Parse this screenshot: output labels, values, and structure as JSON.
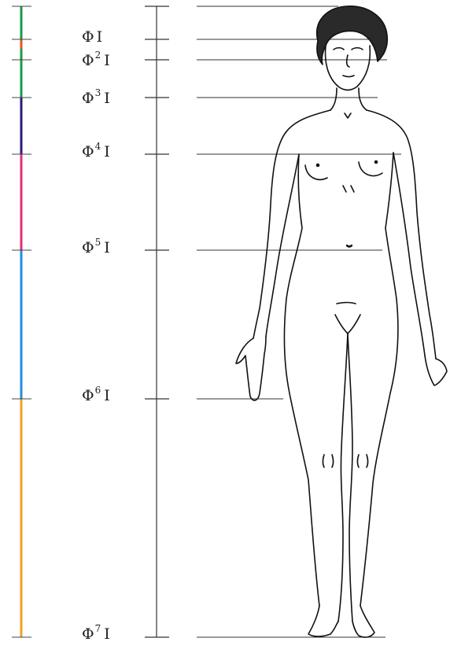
{
  "diagram": {
    "symbol": "Φ",
    "unit": "I",
    "levels": [
      {
        "id": "phi1",
        "exponent": ""
      },
      {
        "id": "phi2",
        "exponent": "2"
      },
      {
        "id": "phi3",
        "exponent": "3"
      },
      {
        "id": "phi4",
        "exponent": "4"
      },
      {
        "id": "phi5",
        "exponent": "5"
      },
      {
        "id": "phi6",
        "exponent": "6"
      },
      {
        "id": "phi7",
        "exponent": "7"
      }
    ],
    "segment_colors": [
      "#1a9a4a",
      "#e05a1a",
      "#1a9a4a",
      "#2a1a7a",
      "#e0307a",
      "#1f8ee0",
      "#f0a020"
    ]
  }
}
